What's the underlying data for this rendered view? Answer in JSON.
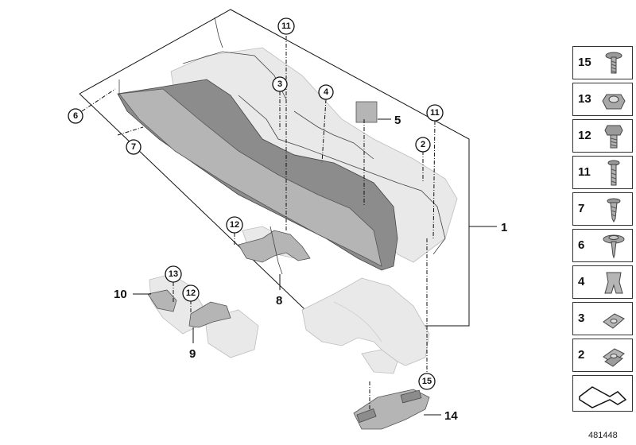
{
  "callouts": {
    "c2": "2",
    "c3": "3",
    "c4": "4",
    "c6": "6",
    "c7": "7",
    "c11a": "11",
    "c11b": "11",
    "c12a": "12",
    "c12b": "12",
    "c13": "13",
    "c15": "15"
  },
  "labels": {
    "l1": "1",
    "l5": "5",
    "l8": "8",
    "l9": "9",
    "l10": "10",
    "l14": "14"
  },
  "legend": [
    {
      "number": "15",
      "icon": "screw-flange-icon"
    },
    {
      "number": "13",
      "icon": "hex-nut-icon"
    },
    {
      "number": "12",
      "icon": "hex-bolt-icon"
    },
    {
      "number": "11",
      "icon": "long-screw-icon"
    },
    {
      "number": "7",
      "icon": "self-tapping-screw-icon"
    },
    {
      "number": "6",
      "icon": "washer-screw-icon"
    },
    {
      "number": "4",
      "icon": "spring-clip-icon"
    },
    {
      "number": "3",
      "icon": "clip-nut-icon"
    },
    {
      "number": "2",
      "icon": "u-clip-nut-icon"
    }
  ],
  "diagram_id": "481448"
}
